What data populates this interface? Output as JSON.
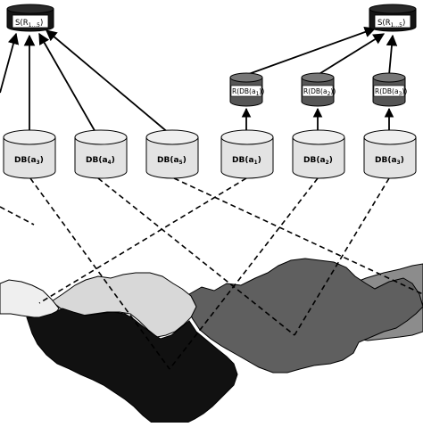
{
  "top_stores": {
    "left": {
      "prefix": "S(R",
      "sub": "1...5",
      "suffix": ")"
    },
    "right": {
      "prefix": "S(R",
      "sub": "1...5",
      "suffix": ")"
    }
  },
  "results": [
    {
      "prefix": "R(DB(a",
      "sub": "1",
      "suffix": "))"
    },
    {
      "prefix": "R(DB(a",
      "sub": "2",
      "suffix": "))"
    },
    {
      "prefix": "R(DB(a",
      "sub": "3",
      "suffix": "))"
    }
  ],
  "databases": [
    {
      "prefix": "DB(a",
      "sub": "3",
      "suffix": ")"
    },
    {
      "prefix": "DB(a",
      "sub": "4",
      "suffix": ")"
    },
    {
      "prefix": "DB(a",
      "sub": "5",
      "suffix": ")"
    },
    {
      "prefix": "DB(a",
      "sub": "1",
      "suffix": ")"
    },
    {
      "prefix": "DB(a",
      "sub": "2",
      "suffix": ")"
    },
    {
      "prefix": "DB(a",
      "sub": "3",
      "suffix": ")"
    }
  ],
  "colors": {
    "region_black": "#111111",
    "region_dark": "#5f5f5f",
    "region_mid": "#8c8c8c",
    "region_light": "#d8d8d8",
    "region_white": "#efefef",
    "db_fill": "#e3e3e3",
    "result_fill": "#555555",
    "store_fill": "#151515"
  }
}
